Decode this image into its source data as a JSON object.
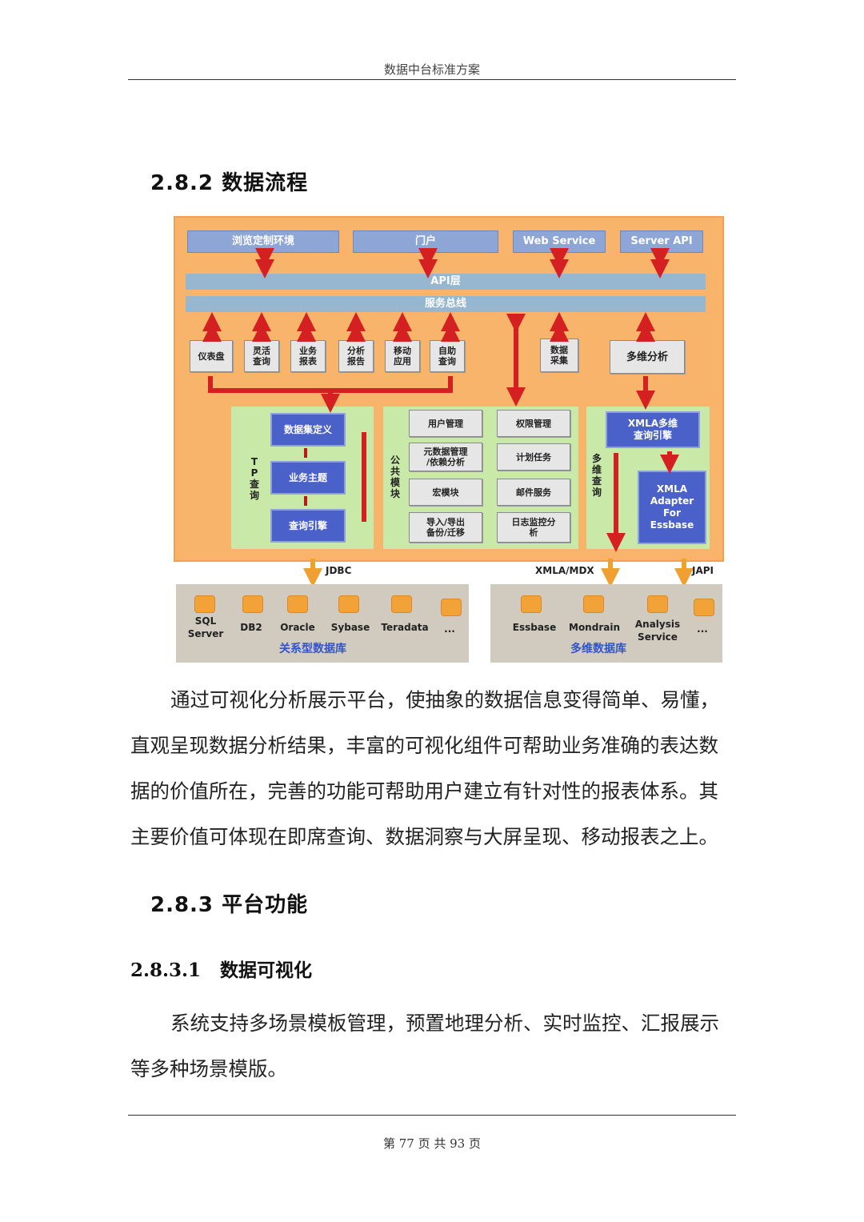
{
  "header": {
    "title": "数据中台标准方案"
  },
  "section_282": {
    "heading": "2.8.2 数据流程"
  },
  "diagram": {
    "top_buttons": [
      "浏览定制环境",
      "门户",
      "Web Service",
      "Server API"
    ],
    "api_layer": "API层",
    "service_bus": "服务总线",
    "modules": [
      "仪表盘",
      "灵活\n查询",
      "业务\n报表",
      "分析\n报告",
      "移动\n应用",
      "自助\n查询"
    ],
    "data_collect": "数据\n采集",
    "multidim_analysis": "多维分析",
    "tp_query_label": "TP查询",
    "tp_boxes": [
      "数据集定义",
      "业务主题",
      "查询引擎"
    ],
    "common_label": "公共模块",
    "common_left": [
      "用户管理",
      "元数据管理\n/依赖分析",
      "宏模块",
      "导入/导出\n备份/迁移"
    ],
    "common_right": [
      "权限管理",
      "计划任务",
      "邮件服务",
      "日志监控分\n析"
    ],
    "multidim_query_label": "多维查询",
    "xmla_engine": "XMLA多维\n查询引擎",
    "xmla_adapter": "XMLA\nAdapter\nFor\nEssbase",
    "jdbc": "JDBC",
    "xmla_mdx": "XMLA/MDX",
    "japi": "JAPI",
    "relational_dbs": [
      "SQL\nServer",
      "DB2",
      "Oracle",
      "Sybase",
      "Teradata",
      "..."
    ],
    "relational_title": "关系型数据库",
    "multidim_dbs": [
      "Essbase",
      "Mondrain",
      "Analysis\nService",
      "..."
    ],
    "multidim_title": "多维数据库"
  },
  "paragraph1": [
    "通过可视化分析展示平台，使抽象的数据信息变得简单、易懂，",
    "直观呈现数据分析结果，丰富的可视化组件可帮助业务准确的表达数",
    "据的价值所在，完善的功能可帮助用户建立有针对性的报表体系。其",
    "主要价值可体现在即席查询、数据洞察与大屏呈现、移动报表之上。"
  ],
  "section_283": {
    "heading": "2.8.3 平台功能"
  },
  "section_2831": {
    "number": "2.8.3.1",
    "title": "数据可视化"
  },
  "paragraph2": [
    "系统支持多场景模板管理，预置地理分析、实时监控、汇报展示",
    "等多种场景模版。"
  ],
  "footer": {
    "page": "第 77 页 共 93 页"
  }
}
